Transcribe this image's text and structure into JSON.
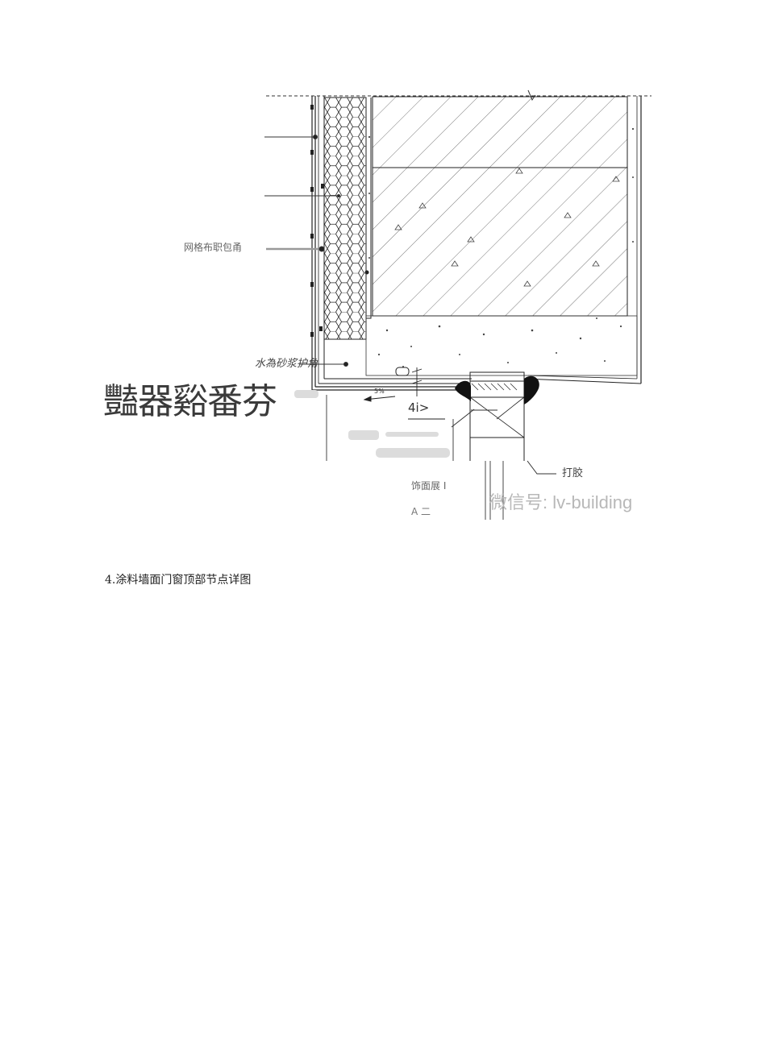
{
  "diagram": {
    "labels": {
      "mesh": "网格布职包甬",
      "mortar": "水為砂浆护角",
      "big_glyphs": "豔器谿番芬",
      "dim": "4i>",
      "slope": "5%",
      "glue": "打胶",
      "finish": "饰面展 I",
      "a_mark": "A 二",
      "watermark": "微信号: lv-building"
    }
  },
  "caption": "4.涂料墙面门窗顶部节点详图"
}
